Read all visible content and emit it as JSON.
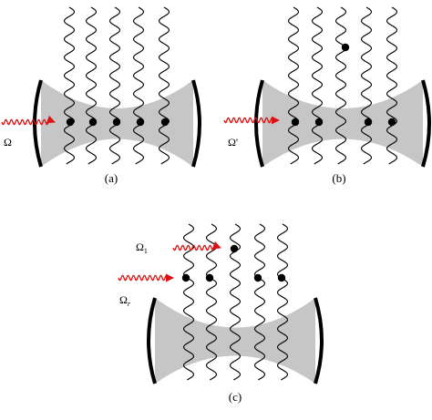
{
  "panels": [
    {
      "id": "a",
      "caption": "(a)",
      "drive_label": "Ω",
      "drive_sub": "",
      "atoms_in_cavity": 5,
      "atom_excited": false
    },
    {
      "id": "b",
      "caption": "(b)",
      "drive_label": "Ω'",
      "drive_sub": "",
      "atoms_in_cavity": 4,
      "atom_excited": true
    },
    {
      "id": "c",
      "caption": "(c)",
      "drive_label_top": "Ω",
      "drive_sub_top": "1",
      "drive_label_bottom": "Ω",
      "drive_sub_bottom": "r",
      "atoms_in_row": 4,
      "atom_excited": true
    }
  ],
  "colors": {
    "cavity_mode": "#c6c6c6",
    "mirror": "#000000",
    "drive_field": "#dd1111",
    "wavefunction": "#000000",
    "atom": "#000000"
  }
}
